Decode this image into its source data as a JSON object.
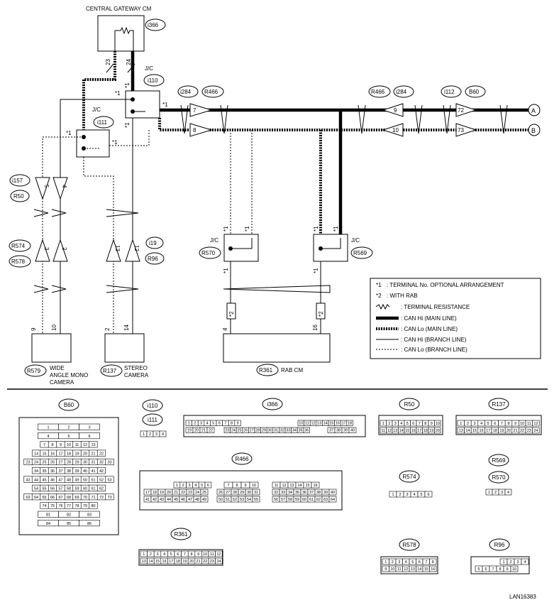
{
  "labels": {
    "gateway": "CENTRAL GATEWAY CM",
    "jc": "J/C",
    "wide_cam_1": "WIDE",
    "wide_cam_2": "ANGLE MONO",
    "wide_cam_3": "CAMERA",
    "stereo_1": "STEREO",
    "stereo_2": "CAMERA",
    "rab": "RAB CM",
    "A": "A",
    "B": "B",
    "star1": "*1",
    "star2": "*2",
    "doc_id": "LAN16383"
  },
  "connectors": {
    "i366": "i366",
    "i110": "i110",
    "i111": "i111",
    "i284": "i284",
    "R466": "R466",
    "i112": "i112",
    "B60": "B60",
    "i157": "i157",
    "R50": "R50",
    "R574": "R574",
    "R578": "R578",
    "R137": "R137",
    "i19": "i19",
    "R96": "R96",
    "R570": "R570",
    "R569": "R569",
    "R579": "R579",
    "R361": "R361"
  },
  "pins": {
    "p23": "23",
    "p24": "24",
    "p7": "7",
    "p8": "8",
    "p9": "9",
    "p10": "10",
    "p72": "72",
    "p73": "73",
    "p5": "5",
    "p4": "4",
    "p3": "3",
    "p2": "2",
    "p13": "13",
    "p12": "12",
    "p9b": "9",
    "p10b": "10",
    "p2b": "2",
    "p14": "14",
    "p4b": "4",
    "p16": "16"
  },
  "legend": [
    {
      "text": ": TERMINAL No. OPTIONAL ARRANGEMENT",
      "mark": "*1"
    },
    {
      "text": ": WITH RAB",
      "mark": "*2"
    },
    {
      "text": ": TERMINAL RESISTANCE",
      "mark": ""
    },
    {
      "text": ": CAN Hi (MAIN LINE)",
      "mark": ""
    },
    {
      "text": ": CAN Lo (MAIN LINE)",
      "mark": ""
    },
    {
      "text": ": CAN Hi (BRANCH LINE)",
      "mark": ""
    },
    {
      "text": ": CAN Lo (BRANCH LINE)",
      "mark": ""
    }
  ],
  "grids": {
    "B60_rows": [
      [
        "1",
        "2",
        "3"
      ],
      [
        "4",
        "5",
        "6"
      ],
      [
        "7",
        "8",
        "9",
        "10",
        "11",
        "12",
        "13"
      ],
      [
        "14",
        "15",
        "16",
        "17",
        "18",
        "19",
        "20",
        "21",
        "22"
      ],
      [
        "23",
        "24",
        "25",
        "26",
        "27",
        "28",
        "29",
        "30",
        "31",
        "32",
        "33"
      ],
      [
        "34",
        "35",
        "36",
        "37",
        "38",
        "39",
        "40",
        "41",
        "42"
      ],
      [
        "43",
        "44",
        "45",
        "46",
        "47",
        "48",
        "49",
        "50",
        "51",
        "52",
        "53"
      ],
      [
        "54",
        "55",
        "56",
        "57",
        "58",
        "59",
        "60",
        "61",
        "62"
      ],
      [
        "63",
        "64",
        "65",
        "66",
        "67",
        "68",
        "69",
        "70",
        "71",
        "72",
        "73"
      ],
      [
        "74",
        "75",
        "76",
        "77",
        "78",
        "79",
        "80"
      ],
      [
        "81",
        "82",
        "83"
      ],
      [
        "84",
        "85",
        "86"
      ]
    ],
    "i110_row": [
      "1",
      "2",
      "3",
      "4"
    ],
    "i366_r1a": [
      "1",
      "2",
      "3",
      "4",
      "5",
      "6",
      "7",
      "8",
      "9"
    ],
    "i366_r1b": [
      "10",
      "11",
      "12",
      "13",
      "14",
      "15",
      "16",
      "17",
      "18"
    ],
    "i366_r2a": [
      "19",
      "20",
      "21",
      "22"
    ],
    "i366_r2b": [
      "23",
      "24",
      "25",
      "26",
      "27",
      "28",
      "29",
      "30",
      "31",
      "32",
      "33",
      "34",
      "35",
      "36"
    ],
    "i366_r2c": [
      "37",
      "38",
      "39",
      "40"
    ],
    "R50_r1": [
      "1",
      "2",
      "3",
      "4",
      "5",
      "6",
      "7",
      "8",
      "9",
      "10"
    ],
    "R50_r2": [
      "11",
      "12",
      "13",
      "14",
      "15",
      "16",
      "17",
      "18",
      "19",
      "20"
    ],
    "R137_r1": [
      "1",
      "2",
      "3",
      "4",
      "5",
      "6",
      "7",
      "8",
      "9",
      "10",
      "11",
      "12"
    ],
    "R137_r2": [
      "13",
      "14",
      "15",
      "16",
      "17",
      "18",
      "19",
      "20",
      "21",
      "22",
      "23",
      "24"
    ],
    "R466_a1": [
      "1",
      "2",
      "3",
      "4",
      "5",
      "6"
    ],
    "R466_a2": [
      "17",
      "18",
      "19",
      "20",
      "21",
      "22",
      "23",
      "24",
      "25"
    ],
    "R466_a3": [
      "41",
      "42",
      "43",
      "44",
      "45",
      "46",
      "47",
      "48",
      "49"
    ],
    "R466_b0": [
      "7",
      "8",
      "9",
      "10"
    ],
    "R466_b1": [
      "26",
      "27",
      "28",
      "29",
      "30",
      "31"
    ],
    "R466_b2": [
      "50",
      "51",
      "52",
      "53",
      "54",
      "55"
    ],
    "R466_c0": [
      "11",
      "12",
      "13",
      "14",
      "15",
      "16"
    ],
    "R466_c1": [
      "32",
      "33",
      "34",
      "35",
      "36",
      "37",
      "38",
      "39",
      "40"
    ],
    "R466_c2": [
      "56",
      "57",
      "58",
      "59",
      "60",
      "61",
      "62",
      "63",
      "64"
    ],
    "R574_row": [
      "1",
      "2",
      "3",
      "4",
      "5",
      "6"
    ],
    "R570_row": [
      "1",
      "2",
      "3",
      "4"
    ],
    "R361_r1": [
      "1",
      "2",
      "3",
      "4",
      "5",
      "6",
      "7",
      "8",
      "9",
      "10",
      "11",
      "12"
    ],
    "R361_r2": [
      "13",
      "14",
      "15",
      "16",
      "17",
      "18",
      "19",
      "20",
      "21",
      "22",
      "23",
      "24"
    ],
    "R578_r1": [
      "1",
      "2",
      "3",
      "4",
      "5",
      "6",
      "7",
      "8"
    ],
    "R578_r2": [
      "9",
      "10",
      "11",
      "12",
      "13",
      "14",
      "15",
      "16"
    ],
    "R96_r1": [
      "1",
      "2",
      "3",
      "4"
    ],
    "R96_r2": [
      "5",
      "6",
      "7",
      "8",
      "9",
      "10"
    ]
  }
}
